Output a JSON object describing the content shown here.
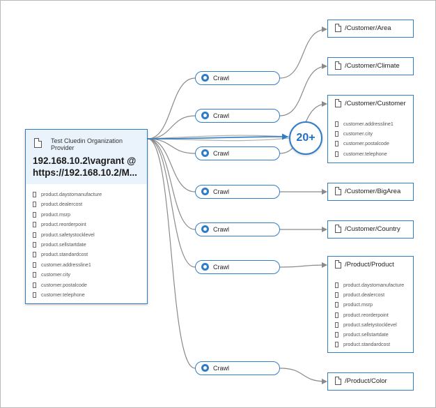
{
  "source": {
    "provider": "Test Cluedin Organization Provider",
    "title": "192.168.10.2\\vagrant @\nhttps://192.168.10.2/M...",
    "icon": "document-icon",
    "fields": [
      "product.daystomanufacture",
      "product.dealercost",
      "product.msrp",
      "product.reorderpoint",
      "product.safetystocklevel",
      "product.sellstartdate",
      "product.standardcost",
      "customer.addressline1",
      "customer.city",
      "customer.postalcode",
      "customer.telephone"
    ]
  },
  "crawl_nodes": [
    {
      "label": "Crawl",
      "icon": "gear-icon"
    },
    {
      "label": "Crawl",
      "icon": "gear-icon"
    },
    {
      "label": "Crawl",
      "icon": "gear-icon"
    },
    {
      "label": "Crawl",
      "icon": "gear-icon"
    },
    {
      "label": "Crawl",
      "icon": "gear-icon"
    },
    {
      "label": "Crawl",
      "icon": "gear-icon"
    },
    {
      "label": "Crawl",
      "icon": "gear-icon"
    }
  ],
  "more_badge": {
    "label": "20+"
  },
  "targets": [
    {
      "label": "/Customer/Area",
      "icon": "document-icon",
      "fields": []
    },
    {
      "label": "/Customer/Climate",
      "icon": "document-icon",
      "fields": []
    },
    {
      "label": "/Customer/Customer",
      "icon": "document-icon",
      "fields": [
        "customer.addressline1",
        "customer.city",
        "customer.postalcode",
        "customer.telephone"
      ]
    },
    {
      "label": "/Customer/BigArea",
      "icon": "document-icon",
      "fields": []
    },
    {
      "label": "/Customer/Country",
      "icon": "document-icon",
      "fields": []
    },
    {
      "label": "/Product/Product",
      "icon": "document-icon",
      "fields": [
        "product.daystomanufacture",
        "product.dealercost",
        "product.msrp",
        "product.reorderpoint",
        "product.safetystocklevel",
        "product.sellstartdate",
        "product.standardcost"
      ]
    },
    {
      "label": "/Product/Color",
      "icon": "document-icon",
      "fields": []
    }
  ],
  "colors": {
    "accent": "#2f7cc7",
    "edge": "#8a8a8a",
    "header_bg": "#eaf3fc"
  }
}
